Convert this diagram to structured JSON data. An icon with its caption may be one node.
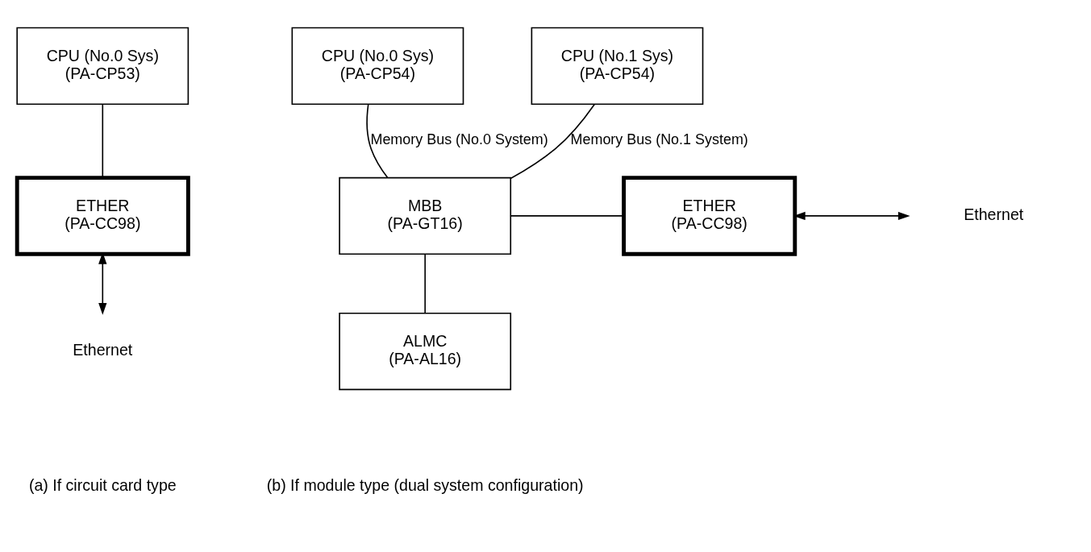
{
  "diagram": {
    "nodes": [
      {
        "text": [
          "CPU (No.0 Sys)",
          "(PA-CP53)"
        ]
      },
      {
        "text": [
          "ETHER",
          "(PA-CC98)"
        ]
      },
      {
        "text": [
          "Ethernet"
        ]
      },
      {
        "text": [
          "CPU (No.0 Sys)",
          "(PA-CP54)"
        ]
      },
      {
        "text": [
          "CPU (No.1 Sys)",
          "(PA-CP54)"
        ]
      },
      {
        "text": [
          "MBB",
          "(PA-GT16)"
        ]
      },
      {
        "text": [
          "ETHER",
          "(PA-CC98)"
        ]
      },
      {
        "text": [
          "Ethernet"
        ]
      },
      {
        "text": [
          "ALMC",
          "(PA-AL16)"
        ]
      }
    ],
    "edges": [
      {
        "from": 0,
        "to": 1,
        "arrow": "none"
      },
      {
        "from": 1,
        "to": 2,
        "arrow": "both"
      },
      {
        "from": 3,
        "to": 5,
        "arrow": "none",
        "label": "Memory Bus (No.0 System)"
      },
      {
        "from": 4,
        "to": 5,
        "arrow": "none",
        "label": "Memory Bus (No.1 System)"
      },
      {
        "from": 5,
        "to": 6,
        "arrow": "none"
      },
      {
        "from": 6,
        "to": 7,
        "arrow": "both"
      },
      {
        "from": 5,
        "to": 8,
        "arrow": "none"
      }
    ],
    "labels": [
      "(a) If circuit card type",
      "(b) If module type (dual system configuration)"
    ]
  }
}
